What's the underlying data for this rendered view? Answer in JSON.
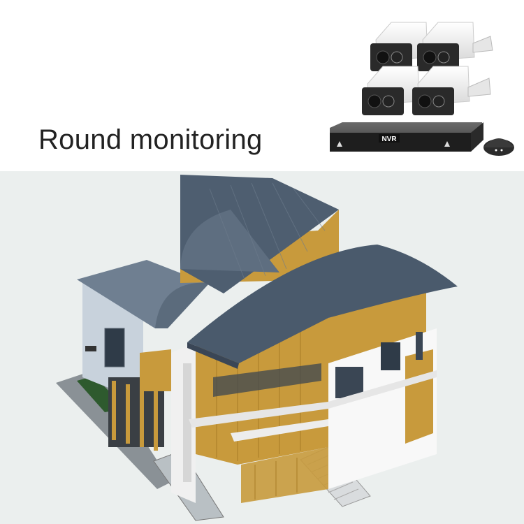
{
  "header": {
    "title": "Round monitoring"
  },
  "product": {
    "camera_count": 4,
    "recorder_label": "NVR",
    "items": [
      "bullet-camera",
      "bullet-camera",
      "bullet-camera",
      "bullet-camera",
      "nvr-recorder",
      "wifi-antenna"
    ]
  },
  "illustration": {
    "subject": "isometric-house",
    "colors": {
      "roof": "#4a5a6c",
      "wood": "#c89a3c",
      "wall_white": "#f7f7f7",
      "wall_grey": "#c8d2dc",
      "background": "#ebefee",
      "lawn": "#2e5a2e"
    }
  }
}
